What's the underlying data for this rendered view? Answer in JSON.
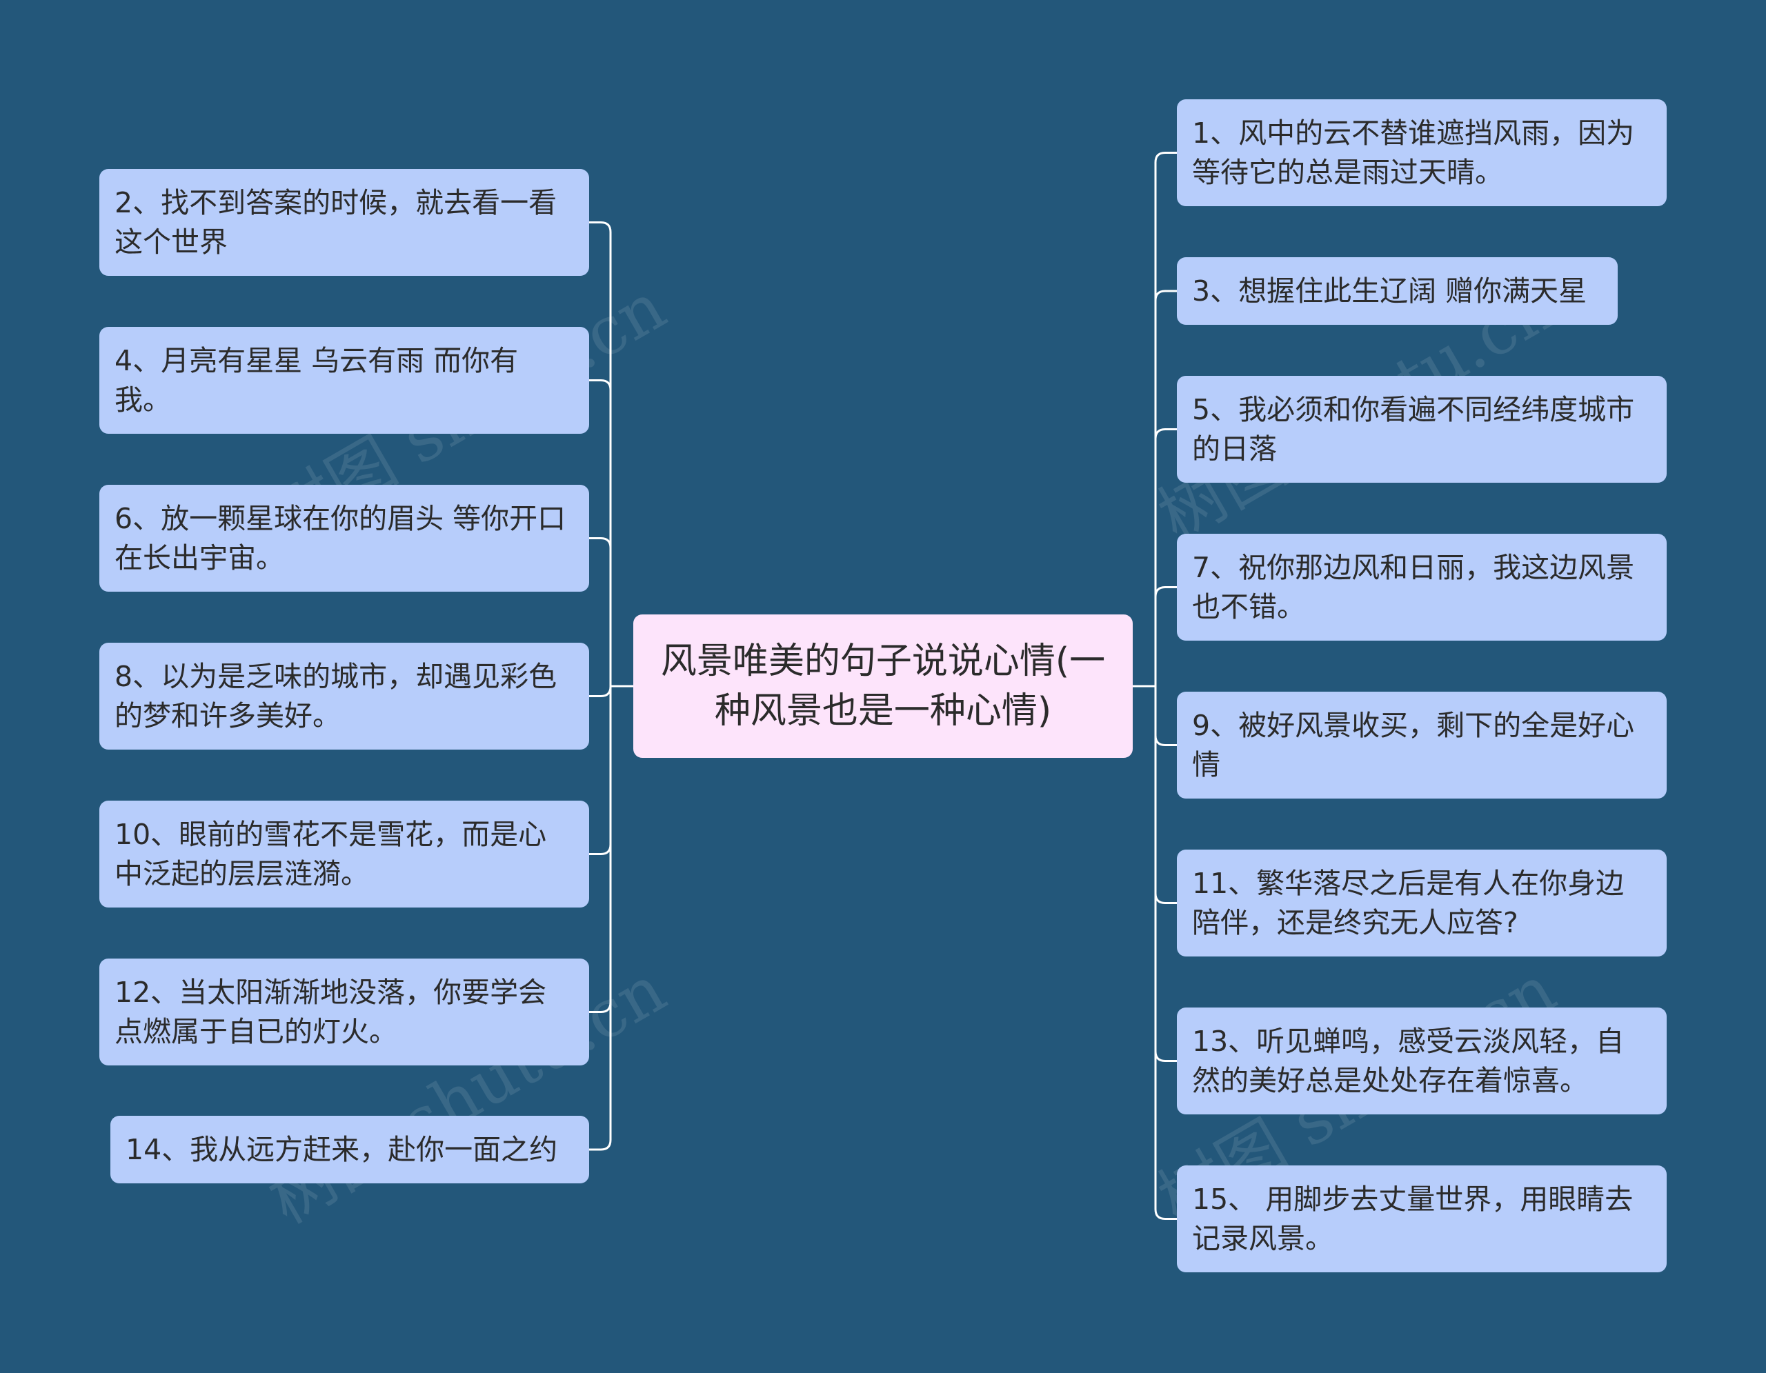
{
  "diagram": {
    "root": "风景唯美的句子说说心情(一种风景也是一种心情)",
    "left": [
      "2、找不到答案的时候，就去看一看这个世界",
      "4、月亮有星星 乌云有雨 而你有我。",
      "6、放一颗星球在你的眉头 等你开口在长出宇宙。",
      "8、以为是乏味的城市，却遇见彩色的梦和许多美好。",
      "10、眼前的雪花不是雪花，而是心中泛起的层层涟漪。",
      "12、当太阳渐渐地没落，你要学会点燃属于自已的灯火。",
      "14、我从远方赶来，赴你一面之约"
    ],
    "right": [
      "1、风中的云不替谁遮挡风雨，因为等待它的总是雨过天晴。",
      "3、想握住此生辽阔 赠你满天星",
      "5、我必须和你看遍不同经纬度城市的日落",
      "7、祝你那边风和日丽，我这边风景也不错。",
      "9、被好风景收买，剩下的全是好心情",
      "11、繁华落尽之后是有人在你身边陪伴，还是终究无人应答?",
      "13、听见蝉鸣，感受云淡风轻，自然的美好总是处处存在着惊喜。",
      "15、 用脚步去丈量世界，用眼睛去记录风景。"
    ],
    "watermark": "树图 shutu.cn"
  },
  "colors": {
    "background": "#23577a",
    "branch_node": "#b7cdfb",
    "root_node": "#fde4fb",
    "connector": "#ffffff",
    "text": "#2b2b2b"
  }
}
